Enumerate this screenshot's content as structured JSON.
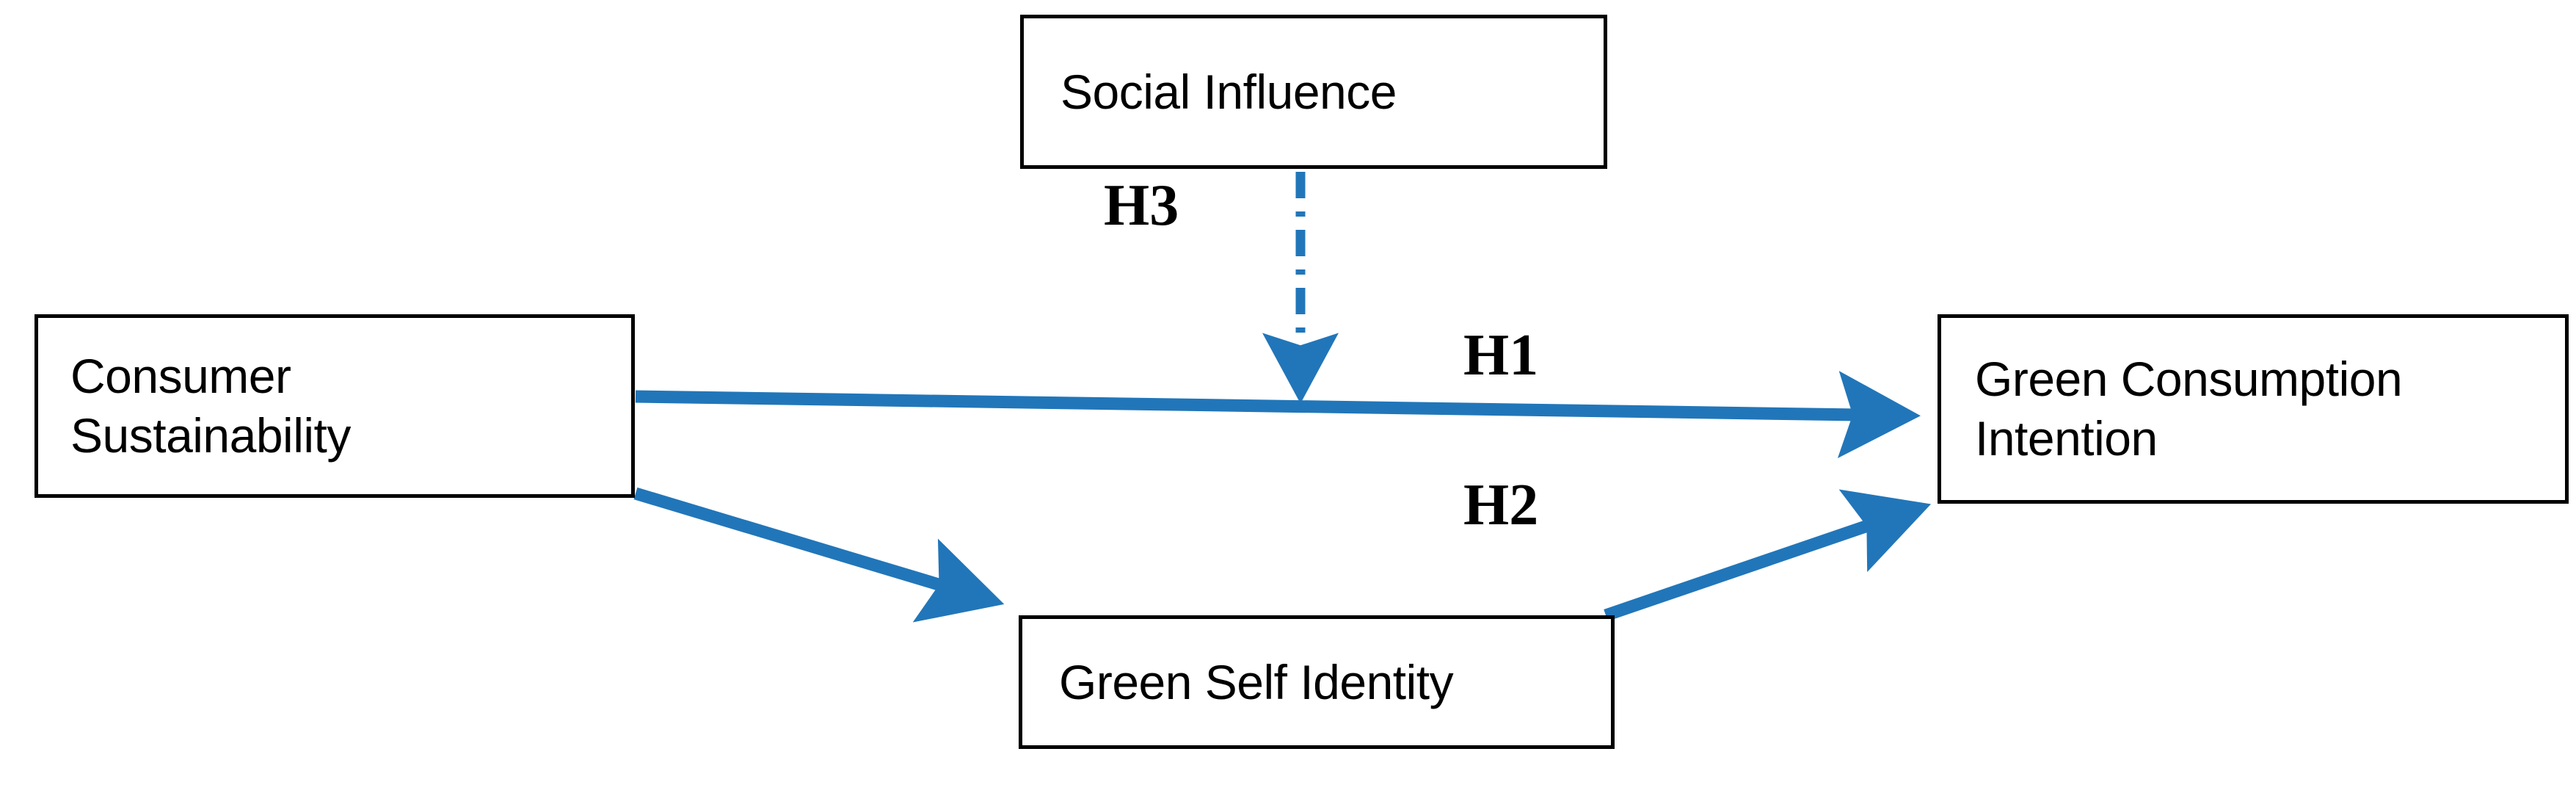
{
  "diagram": {
    "type": "conceptual-research-model",
    "title": "",
    "accent_color": "#2176b9",
    "node_border_color": "#000000",
    "background_color": "#ffffff",
    "nodes": [
      {
        "id": "consumer-sustainability",
        "label": "Consumer\nSustainability",
        "role": "independent-variable"
      },
      {
        "id": "social-influence",
        "label": "Social Influence",
        "role": "moderator"
      },
      {
        "id": "green-self-identity",
        "label": "Green Self Identity",
        "role": "mediator"
      },
      {
        "id": "green-consumption-intention",
        "label": "Green Consumption\nIntention",
        "role": "dependent-variable"
      }
    ],
    "hypotheses": [
      {
        "id": "h1",
        "label": "H1",
        "from": "consumer-sustainability",
        "to": "green-consumption-intention",
        "line_style": "solid"
      },
      {
        "id": "h2",
        "label": "H2",
        "from": "consumer-sustainability",
        "via": "green-self-identity",
        "to": "green-consumption-intention",
        "line_style": "solid"
      },
      {
        "id": "h3",
        "label": "H3",
        "from": "social-influence",
        "to": "h1-path",
        "line_style": "dash-dot"
      }
    ]
  }
}
